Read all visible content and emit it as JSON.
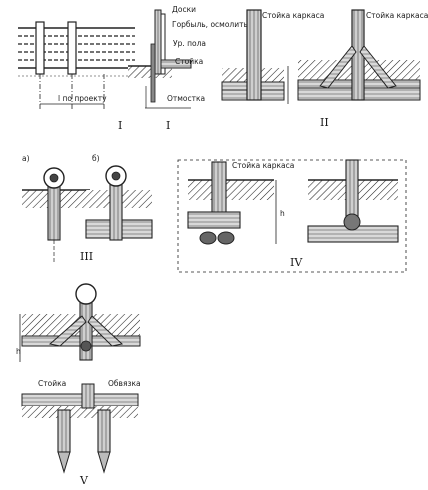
{
  "fig_I": {
    "dim_label": "l по проекту",
    "labels": [
      "Доски",
      "Горбыль, осмолить",
      "Ур. пола",
      "Стойка",
      "Отмостка"
    ],
    "numeral_a": "I",
    "numeral_b": "I"
  },
  "fig_II": {
    "left_label": "Стойка каркаса",
    "right_label": "Стойка каркаса",
    "numeral": "II"
  },
  "fig_III": {
    "sub_a": "а)",
    "sub_b": "б)",
    "numeral": "III"
  },
  "fig_IV": {
    "label": "Стойка каркаса",
    "dim": "h",
    "numeral": "IV"
  },
  "fig_V": {
    "label_left": "Стойка",
    "label_right": "Обвязка",
    "dim": "h",
    "numeral": "V"
  }
}
